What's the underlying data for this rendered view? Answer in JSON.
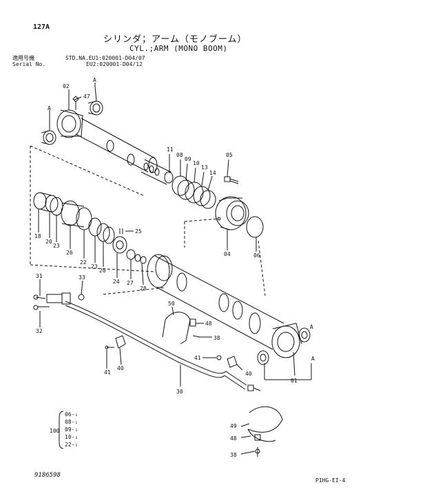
{
  "header": {
    "page_number": "127A",
    "title_jp": "シリンダ；アーム（モノブーム）",
    "title_en": "CYL.;ARM (MONO BOOM)",
    "applicable_label": "適用号機",
    "applicable_value": "STD.NA.EU1:020001-D04/07",
    "serial_label": "Serial No.",
    "serial_value": "EU2:020001-D04/12"
  },
  "callouts": {
    "c02": "02",
    "c47": "47",
    "cA1": "A",
    "cA2": "A",
    "cA3": "A",
    "cA4": "A",
    "c11": "11",
    "c08": "08",
    "c09": "09",
    "c10": "10",
    "c13": "13",
    "c14": "14",
    "c05": "05",
    "c18": "18",
    "c20a": "20",
    "c23a": "23",
    "c26": "26",
    "c22": "22",
    "c23b": "23",
    "c20b": "20",
    "c24": "24",
    "c25": "25",
    "c27": "27",
    "c28": "28",
    "c04": "04",
    "c06": "06",
    "c31": "31",
    "c33": "33",
    "c32": "32",
    "c50": "50",
    "c48a": "48",
    "c38a": "38",
    "c41a": "41",
    "c40a": "40",
    "c41b": "41",
    "c40b": "40",
    "c30": "30",
    "c01": "01",
    "c49": "49",
    "c48b": "48",
    "c38b": "38"
  },
  "seal_kit": {
    "kit_number": "100",
    "items": [
      "06-₁",
      "08-₁",
      "09-₁",
      "10-₁",
      "22-₁"
    ]
  },
  "footer": {
    "drawing_number": "9186598",
    "page_code": "PIHG-EI-4"
  }
}
